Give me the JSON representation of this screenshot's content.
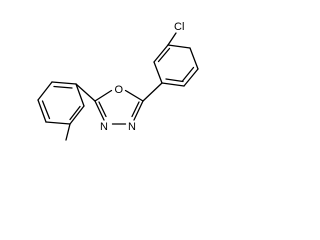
{
  "molecule": {
    "atoms": {
      "chlorine": "Cl",
      "ring_oxygen": "O",
      "ring_nitrogen_left": "N",
      "ring_nitrogen_right": "N"
    }
  }
}
